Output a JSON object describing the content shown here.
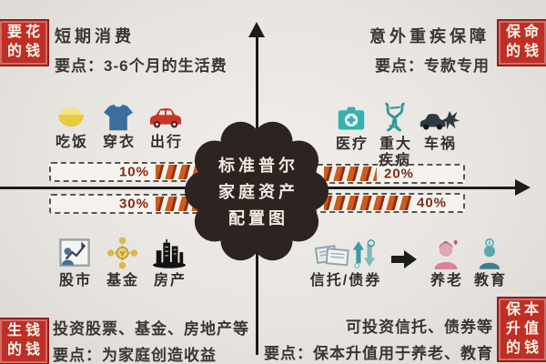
{
  "center_title": {
    "line1": "标准普尔",
    "line2": "家庭资产",
    "line3": "配置图"
  },
  "corners": {
    "top_left": {
      "row1": "要花",
      "row2": "的钱"
    },
    "top_right": {
      "row1": "保命",
      "row2": "的钱"
    },
    "bottom_left": {
      "row1": "生钱",
      "row2": "的钱"
    },
    "bottom_right": {
      "row1": "保本",
      "row2": "升值",
      "row3": "的钱"
    }
  },
  "quadrants": {
    "top_left": {
      "heading": "短期消费",
      "note": "要点：3-6个月的生活费",
      "percent": "10%",
      "items": [
        {
          "label": "吃饭",
          "icon": "rice-bowl-icon"
        },
        {
          "label": "穿衣",
          "icon": "tshirt-icon"
        },
        {
          "label": "出行",
          "icon": "car-icon"
        }
      ]
    },
    "top_right": {
      "heading": "意外重疾保障",
      "note": "要点：专款专用",
      "percent": "20%",
      "items": [
        {
          "label": "医疗",
          "icon": "first-aid-icon"
        },
        {
          "label": "重大\n疾病",
          "icon": "dna-icon"
        },
        {
          "label": "车祸",
          "icon": "car-crash-icon"
        }
      ]
    },
    "bottom_left": {
      "line1": "投资股票、基金、房地产等",
      "line2": "要点：为家庭创造收益",
      "percent": "30%",
      "items": [
        {
          "label": "股市",
          "icon": "stock-chart-icon"
        },
        {
          "label": "基金",
          "icon": "fund-coins-icon"
        },
        {
          "label": "房产",
          "icon": "buildings-icon"
        }
      ]
    },
    "bottom_right": {
      "line1": "可投资信托、债券等",
      "line2": "要点：保本升值用于养老、教育",
      "percent": "40%",
      "items": [
        {
          "label": "信托/债券",
          "icon": "trust-bonds-icon"
        },
        {
          "label": "养老",
          "icon": "pension-icon"
        },
        {
          "label": "教育",
          "icon": "education-icon"
        }
      ]
    }
  },
  "colors": {
    "accent_red": "#bf2f26",
    "stripe_orange": "#cf5b1d",
    "stripe_dark": "#90300f",
    "axis": "#1d1c1a",
    "flower": "#2d2422"
  }
}
